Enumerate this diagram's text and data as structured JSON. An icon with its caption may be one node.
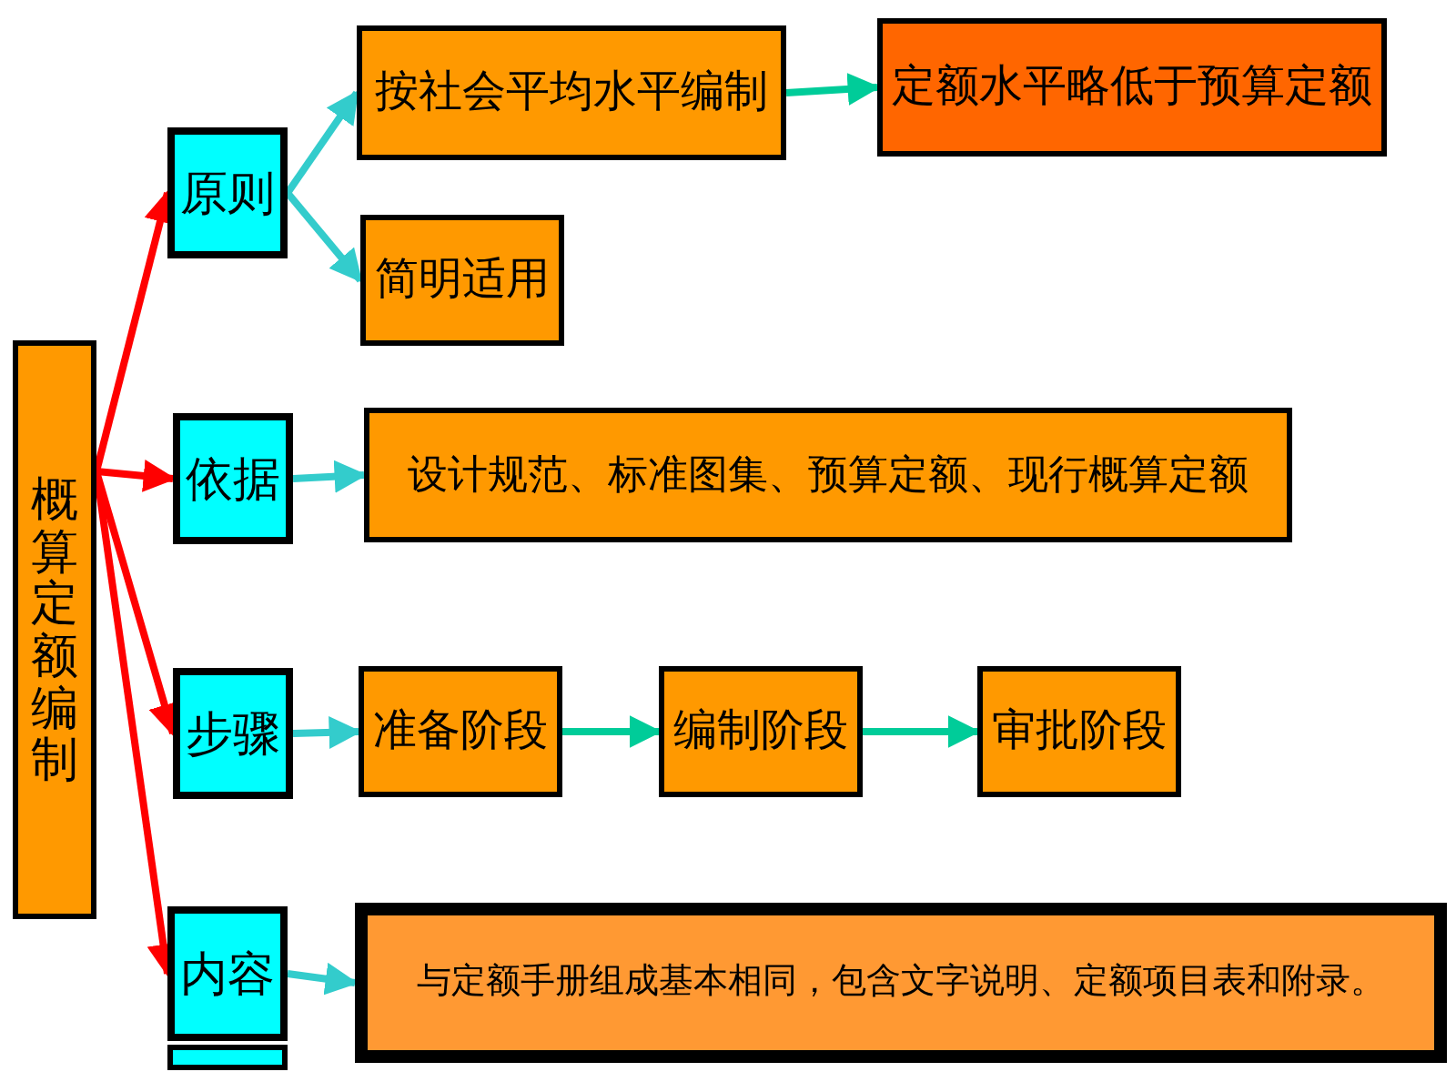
{
  "diagram": {
    "nodes": [
      {
        "text": [
          "概算定额编制"
        ]
      },
      {
        "text": [
          "原则"
        ]
      },
      {
        "text": [
          "依据"
        ]
      },
      {
        "text": [
          "步骤"
        ]
      },
      {
        "text": [
          "内容"
        ]
      },
      {
        "text": [
          "按社会平均水平编制"
        ]
      },
      {
        "text": [
          "定额水平略低于预算定额"
        ]
      },
      {
        "text": [
          "简明适用"
        ]
      },
      {
        "text": [
          "设计规范、标准图集、预算定额、现行概算定额"
        ]
      },
      {
        "text": [
          "准备阶段"
        ]
      },
      {
        "text": [
          "编制阶段"
        ]
      },
      {
        "text": [
          "审批阶段"
        ]
      },
      {
        "text": [
          "与定额手册组成基本相同，包含文字说明、定额项目表和附录。"
        ]
      }
    ],
    "edges": [
      {
        "from": 0,
        "to": 1,
        "arrow": "to",
        "color": "#ff0000"
      },
      {
        "from": 0,
        "to": 2,
        "arrow": "to",
        "color": "#ff0000"
      },
      {
        "from": 0,
        "to": 3,
        "arrow": "to",
        "color": "#ff0000"
      },
      {
        "from": 0,
        "to": 4,
        "arrow": "to",
        "color": "#ff0000"
      },
      {
        "from": 1,
        "to": 5,
        "arrow": "to"
      },
      {
        "from": 1,
        "to": 7,
        "arrow": "to"
      },
      {
        "from": 5,
        "to": 6,
        "arrow": "to",
        "color": "#00cc99"
      },
      {
        "from": 2,
        "to": 8,
        "arrow": "to"
      },
      {
        "from": 3,
        "to": 9,
        "arrow": "to"
      },
      {
        "from": 9,
        "to": 10,
        "arrow": "to",
        "color": "#00cc99"
      },
      {
        "from": 10,
        "to": 11,
        "arrow": "to",
        "color": "#00cc99"
      },
      {
        "from": 4,
        "to": 12,
        "arrow": "to"
      }
    ]
  }
}
